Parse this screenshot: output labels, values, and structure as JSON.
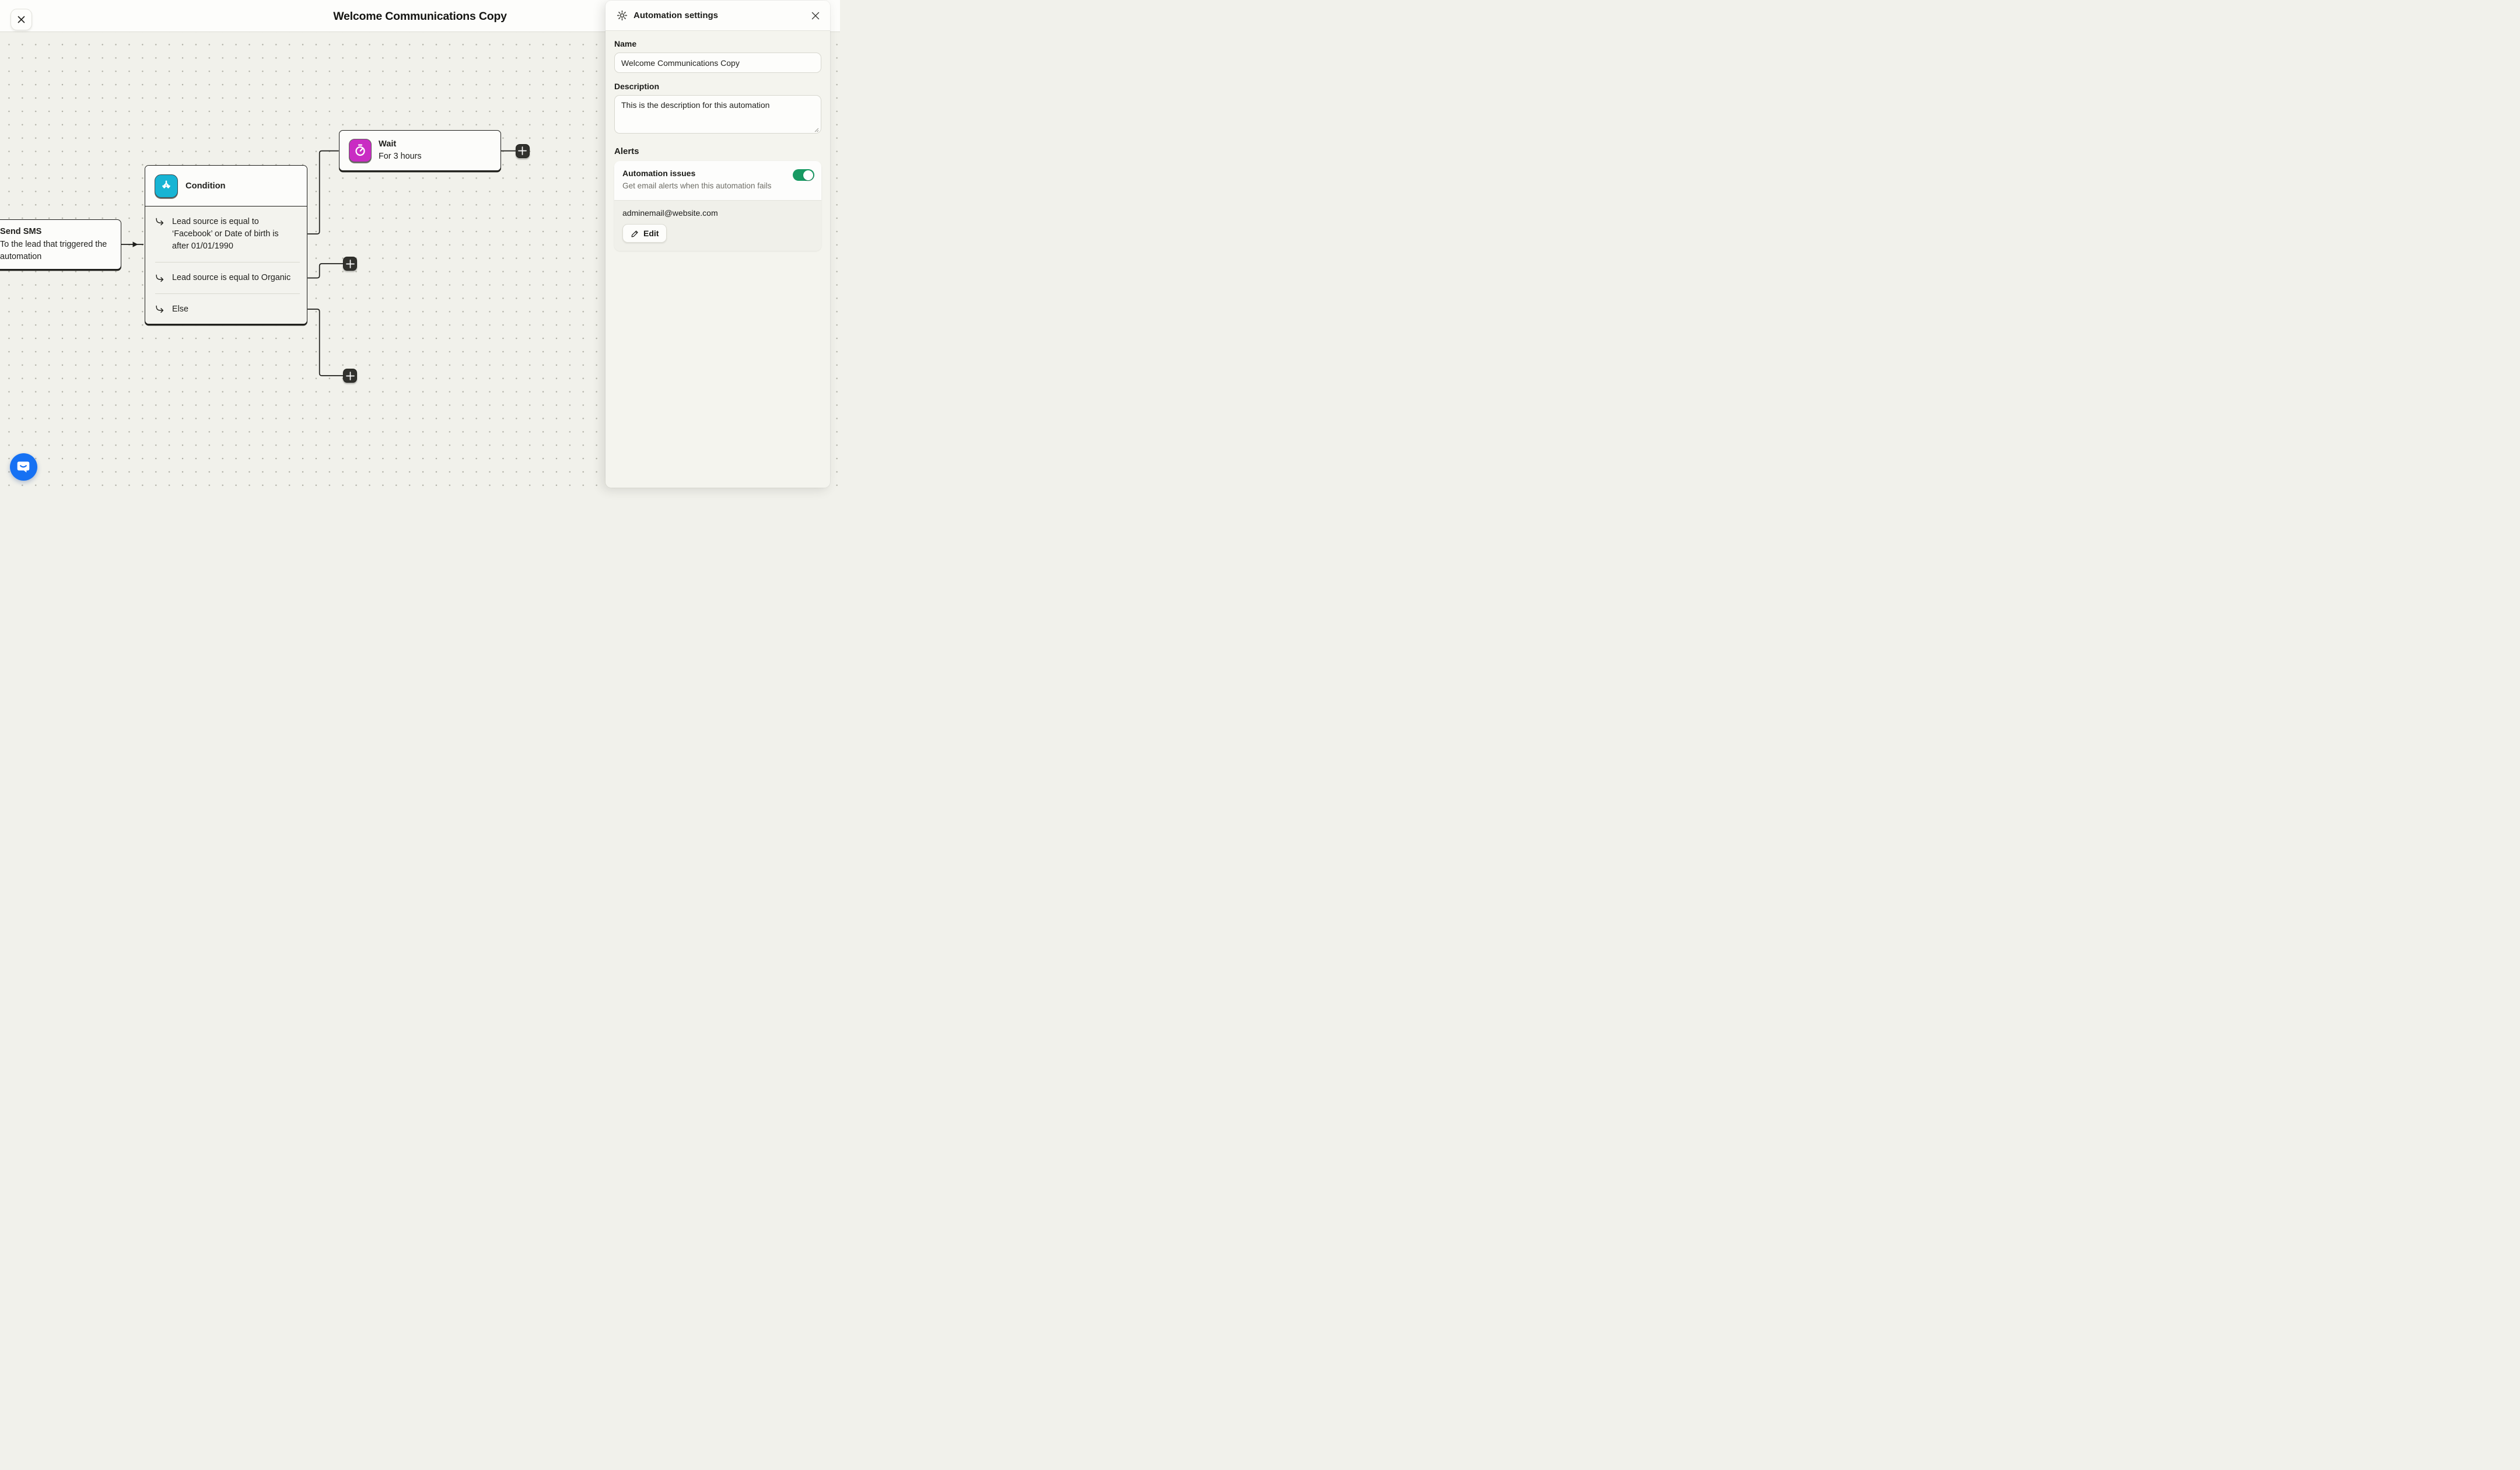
{
  "topbar": {
    "title": "Welcome Communications Copy"
  },
  "canvas": {
    "sms_node": {
      "title": "Send SMS",
      "body": "To the lead that triggered the\nautomation"
    },
    "condition_node": {
      "title": "Condition",
      "branches": [
        {
          "text": "Lead source is equal to\n‘Facebook’ or Date of birth is\nafter 01/01/1990"
        },
        {
          "text": "Lead source is equal to Organic"
        },
        {
          "text": "Else"
        }
      ]
    },
    "wait_node": {
      "title": "Wait",
      "subtitle": "For 3 hours"
    }
  },
  "panel": {
    "title": "Automation settings",
    "name_label": "Name",
    "name_value": "Welcome Communications Copy",
    "description_label": "Description",
    "description_value": "This is the description for this automation",
    "alerts_heading": "Alerts",
    "issue_title": "Automation issues",
    "issue_subtitle": "Get email alerts when this automation fails",
    "toggle_on": true,
    "email": "adminemail@website.com",
    "edit_label": "Edit"
  },
  "colors": {
    "condition_icon": "#17b4d4",
    "wait_icon": "#c92cc3",
    "toggle_on_green": "#189a63",
    "chat_blue": "#1671f3",
    "node_border": "#1d1d1a",
    "canvas_bg": "#f1f1eb",
    "panel_bg": "#f4f4ee"
  }
}
